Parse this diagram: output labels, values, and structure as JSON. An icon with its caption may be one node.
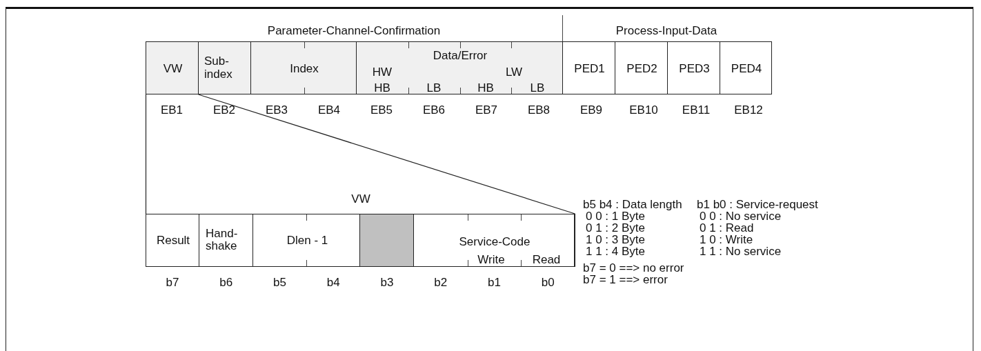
{
  "diagram": {
    "nodes": [
      {
        "text": [
          "VW"
        ]
      },
      {
        "text": [
          "Sub-index"
        ]
      },
      {
        "text": [
          "Index"
        ]
      },
      {
        "text": [
          "Data/Error",
          "HW",
          "LW",
          "HB",
          "LB",
          "HB",
          "LB"
        ]
      },
      {
        "text": [
          "PED1"
        ]
      },
      {
        "text": [
          "PED2"
        ]
      },
      {
        "text": [
          "PED3"
        ]
      },
      {
        "text": [
          "PED4"
        ]
      },
      {
        "text": [
          "VW"
        ]
      },
      {
        "text": [
          "Result"
        ],
        "in": 8
      },
      {
        "text": [
          "Hand-shake"
        ],
        "in": 8
      },
      {
        "text": [
          "Dlen - 1"
        ],
        "in": 8
      },
      {
        "text": [],
        "shape": "box",
        "in": 8
      },
      {
        "text": [
          "Service-Code",
          "Write",
          "Read"
        ],
        "in": 8
      }
    ],
    "edges": [
      {
        "from": 0,
        "to": 8,
        "arrow": "none"
      },
      {
        "from": 0,
        "to": 8,
        "arrow": "none"
      }
    ],
    "labels": [
      "Parameter-Channel-Confirmation",
      "Process-Input-Data",
      "EB1",
      "EB2",
      "EB3",
      "EB4",
      "EB5",
      "EB6",
      "EB7",
      "EB8",
      "EB9",
      "EB10",
      "EB11",
      "EB12",
      "b7",
      "b6",
      "b5",
      "b4",
      "b3",
      "b2",
      "b1",
      "b0",
      "b5 b4 : Data length",
      "b1 b0 : Service-request",
      "0 0 : 1 Byte",
      "0 0 : No service",
      "0 1 : 2 Byte",
      "0 1 : Read",
      "1 0 : 3 Byte",
      "1 0 : Write",
      "1 1 : 4 Byte",
      "1 1 : No service",
      "b7 = 0 ==> no error",
      "b7 = 1 ==> error"
    ]
  }
}
